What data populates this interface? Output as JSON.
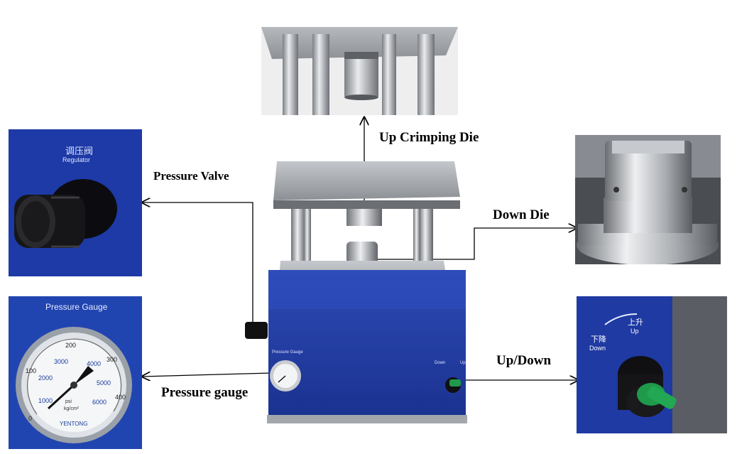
{
  "labels": {
    "up_die": "Up Crimping Die",
    "pressure_valve": "Pressure Valve",
    "down_die": "Down Die",
    "up_down": "Up/Down",
    "pressure_gauge": "Pressure gauge"
  },
  "panel_text": {
    "regulator_cn": "调压阀",
    "regulator_en": "Regulator",
    "gauge_title": "Pressure Gauge",
    "gauge_unit": "psi kg/cm²",
    "gauge_inner_ticks": [
      "1000",
      "2000",
      "3000",
      "4000",
      "5000",
      "6000"
    ],
    "gauge_outer_ticks": [
      "0",
      "100",
      "200",
      "300",
      "400"
    ],
    "gauge_brand": "YENTONG",
    "switch_down_cn": "下降",
    "switch_down_en": "Down",
    "switch_up_cn": "上升",
    "switch_up_en": "Up",
    "machine_gauge_label": "Pressure Gauge",
    "machine_down": "Down",
    "machine_up": "Up"
  },
  "colors": {
    "panel_blue": "#1f3a9e",
    "switch_green": "#1e9a4a",
    "steel": "#c9ccd0"
  }
}
